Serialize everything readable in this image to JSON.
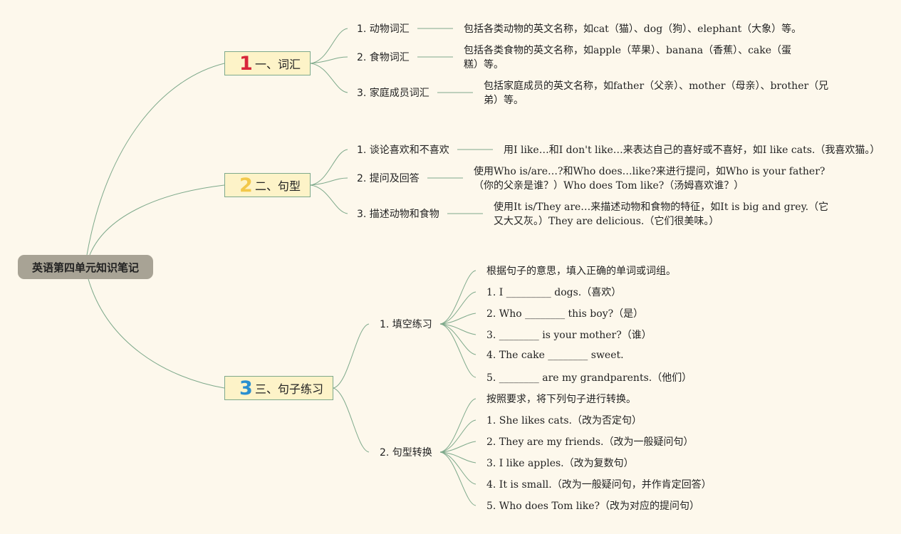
{
  "root": {
    "title": "英语第四单元知识笔记"
  },
  "categories": [
    {
      "number": "1",
      "number_color": "#d8263a",
      "title": "一、词汇",
      "items": [
        {
          "title": "1. 动物词汇",
          "desc": "包括各类动物的英文名称，如cat（猫）、dog（狗）、elephant（大象）等。"
        },
        {
          "title": "2. 食物词汇",
          "desc": "包括各类食物的英文名称，如apple（苹果）、banana（香蕉）、cake（蛋糕）等。"
        },
        {
          "title": "3. 家庭成员词汇",
          "desc": "包括家庭成员的英文名称，如father（父亲）、mother（母亲）、brother（兄弟）等。"
        }
      ]
    },
    {
      "number": "2",
      "number_color": "#f2c84b",
      "title": "二、句型",
      "items": [
        {
          "title": "1. 谈论喜欢和不喜欢",
          "desc": "用I like…和I don't like…来表达自己的喜好或不喜好，如I like cats.（我喜欢猫。）"
        },
        {
          "title": "2. 提问及回答",
          "desc": "使用Who is/are…?和Who does…like?来进行提问，如Who is your father?（你的父亲是谁？）Who does Tom like?（汤姆喜欢谁？）"
        },
        {
          "title": "3. 描述动物和食物",
          "desc": "使用It is/They are…来描述动物和食物的特征，如It is big and grey.（它又大又灰。）They are delicious.（它们很美味。）"
        }
      ]
    },
    {
      "number": "3",
      "number_color": "#2a8fd0",
      "title": "三、句子练习",
      "groups": [
        {
          "title": "1. 填空练习",
          "lines": [
            "根据句子的意思，填入正确的单词或词组。",
            "1. I _________ dogs.（喜欢）",
            "2. Who ________ this boy?（是）",
            "3. ________ is your mother?（谁）",
            "4. The cake ________ sweet.",
            "5. ________ are my grandparents.（他们）"
          ]
        },
        {
          "title": "2. 句型转换",
          "lines": [
            "按照要求，将下列句子进行转换。",
            "1. She likes cats.（改为否定句）",
            "2. They are my friends.（改为一般疑问句）",
            "3. I like apples.（改为复数句）",
            "4. It is small.（改为一般疑问句，并作肯定回答）",
            "5. Who does Tom like?（改为对应的提问句）"
          ]
        }
      ]
    }
  ],
  "colors": {
    "background": "#fdf8ec",
    "link": "#7ea98b",
    "root_fill": "#a8a395",
    "category_fill": "#fdf3c8"
  }
}
